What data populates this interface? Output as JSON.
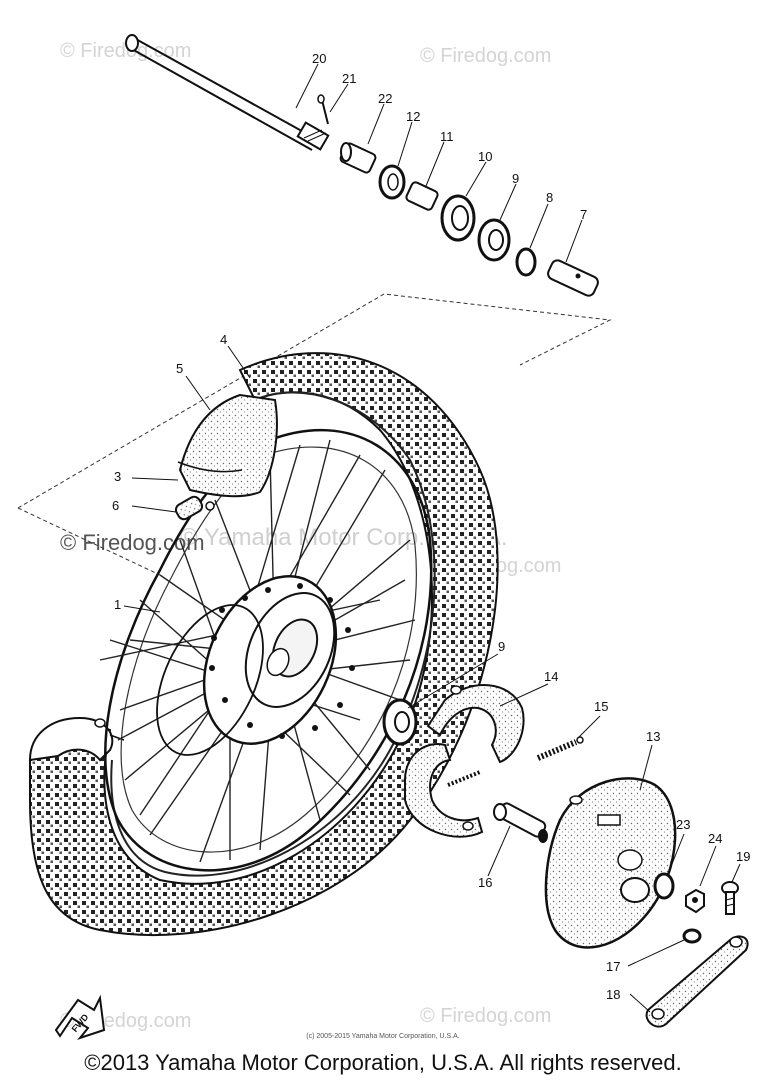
{
  "callouts": {
    "c1": "1",
    "c3": "3",
    "c4": "4",
    "c5": "5",
    "c6": "6",
    "c7": "7",
    "c8": "8",
    "c9a": "9",
    "c9b": "9",
    "c10": "10",
    "c11": "11",
    "c12": "12",
    "c13": "13",
    "c14": "14",
    "c15": "15",
    "c16": "16",
    "c17": "17",
    "c18": "18",
    "c19": "19",
    "c20": "20",
    "c21": "21",
    "c22": "22",
    "c23": "23",
    "c24": "24"
  },
  "fwd_label": "FWD",
  "watermark": {
    "firedog": "© Firedog.com",
    "yamaha": "© Yamaha Motor Corp., U.S.A."
  },
  "small_copyright": "(c) 2005-2015 Yamaha Motor Corporation, U.S.A.",
  "copyright": "©2013 Yamaha Motor Corporation, U.S.A. All rights reserved."
}
